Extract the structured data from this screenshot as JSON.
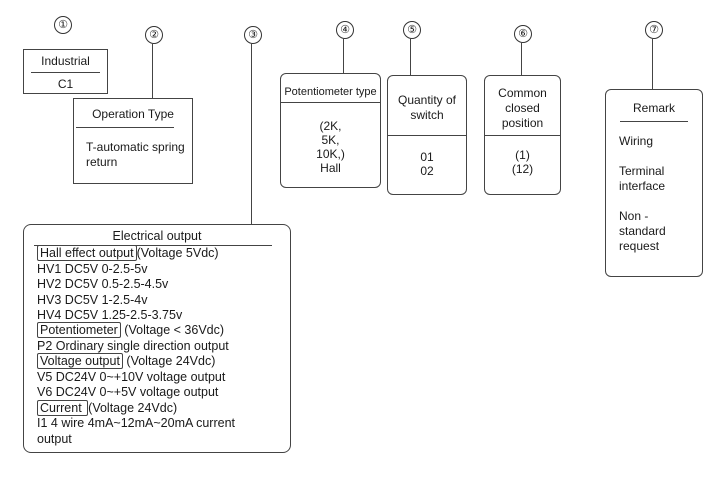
{
  "markers": [
    "①",
    "②",
    "③",
    "④",
    "⑤",
    "⑥",
    "⑦"
  ],
  "industrial": {
    "title": "Industrial",
    "value": "C1"
  },
  "operation": {
    "title": "Operation Type",
    "body": "T-automatic spring\nreturn"
  },
  "potentiometer": {
    "title": "Potentiometer type",
    "body": "(2K,\n5K,\n10K,)\nHall"
  },
  "switch_qty": {
    "title": "Quantity of\nswitch",
    "body": "01\n02"
  },
  "closed_pos": {
    "title": "Common\nclosed\nposition",
    "body": "(1)\n(12)"
  },
  "remark": {
    "title": "Remark",
    "items": [
      "Wiring",
      "Terminal\ninterface",
      "Non -\nstandard\nrequest"
    ]
  },
  "electrical": {
    "title": "Electrical output",
    "rows": [
      {
        "label": "Hall effect output",
        "note": "(Voltage 5Vdc)"
      },
      {
        "text": "HV1 DC5V 0-2.5-5v"
      },
      {
        "text": "HV2 DC5V 0.5-2.5-4.5v"
      },
      {
        "text": "HV3 DC5V 1-2.5-4v"
      },
      {
        "text": "HV4 DC5V 1.25-2.5-3.75v"
      },
      {
        "label": "Potentiometer",
        "note": " (Voltage  < 36Vdc)"
      },
      {
        "text": "P2 Ordinary single direction output"
      },
      {
        "label": "Voltage output",
        "note": " (Voltage 24Vdc)"
      },
      {
        "text": "V5 DC24V 0~+10V voltage output"
      },
      {
        "text": "V6 DC24V 0~+5V voltage output"
      },
      {
        "label": "Current ",
        "note": "(Voltage 24Vdc)"
      },
      {
        "text": "I1 4 wire 4mA~12mA~20mA current"
      },
      {
        "text": "output"
      }
    ]
  }
}
